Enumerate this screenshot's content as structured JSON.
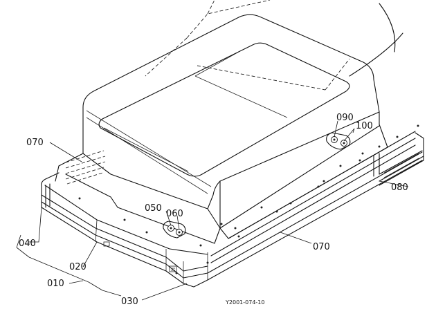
{
  "parts": {
    "p010": "010",
    "p020": "020",
    "p030": "030",
    "p040": "040",
    "p050": "050",
    "p060": "060",
    "p070a": "070",
    "p070b": "070",
    "p080": "080",
    "p090": "090",
    "p100": "100"
  },
  "figure_code": "Y2001-074-10"
}
